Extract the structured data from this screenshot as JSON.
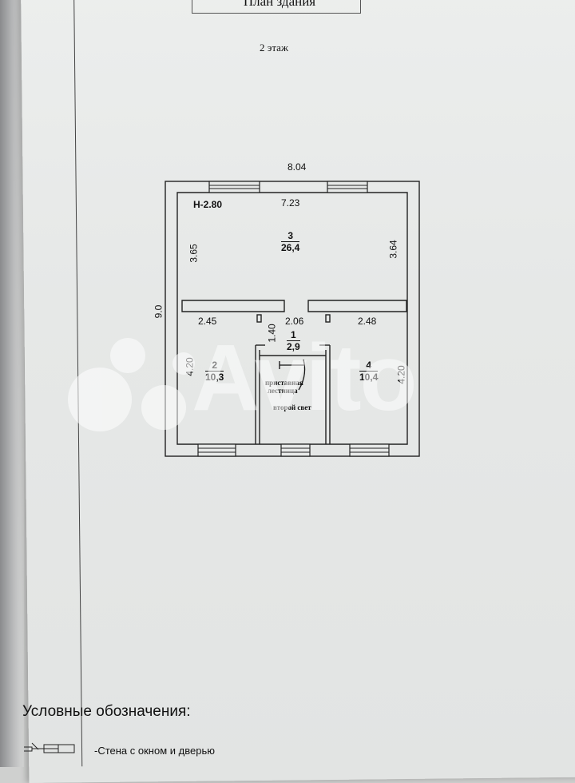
{
  "header": {
    "title": "План здания",
    "floor": "2 этаж"
  },
  "plan": {
    "height_mark": "H-2.80",
    "dims": {
      "outer_width": "8.04",
      "outer_height": "9.0",
      "inner_width_top": "7.23",
      "room3_left": "3.65",
      "room3_right": "3.64",
      "room2_width": "2.45",
      "corridor_width": "2.06",
      "room4_width": "2.48",
      "corridor_depth": "1.40",
      "room2_height": "4.20",
      "room4_height": "4.20"
    },
    "rooms": [
      {
        "num": "1",
        "area": "2,9"
      },
      {
        "num": "2",
        "area": "10,3"
      },
      {
        "num": "3",
        "area": "26,4"
      },
      {
        "num": "4",
        "area": "10,4"
      }
    ],
    "notes": {
      "ladder_1": "приставная",
      "ladder_2": "лестница",
      "second_light": "второй свет"
    }
  },
  "legend": {
    "title": "Условные обозначения:",
    "wall_item": "-Стена с окном и дверью"
  },
  "watermark": "Avito"
}
